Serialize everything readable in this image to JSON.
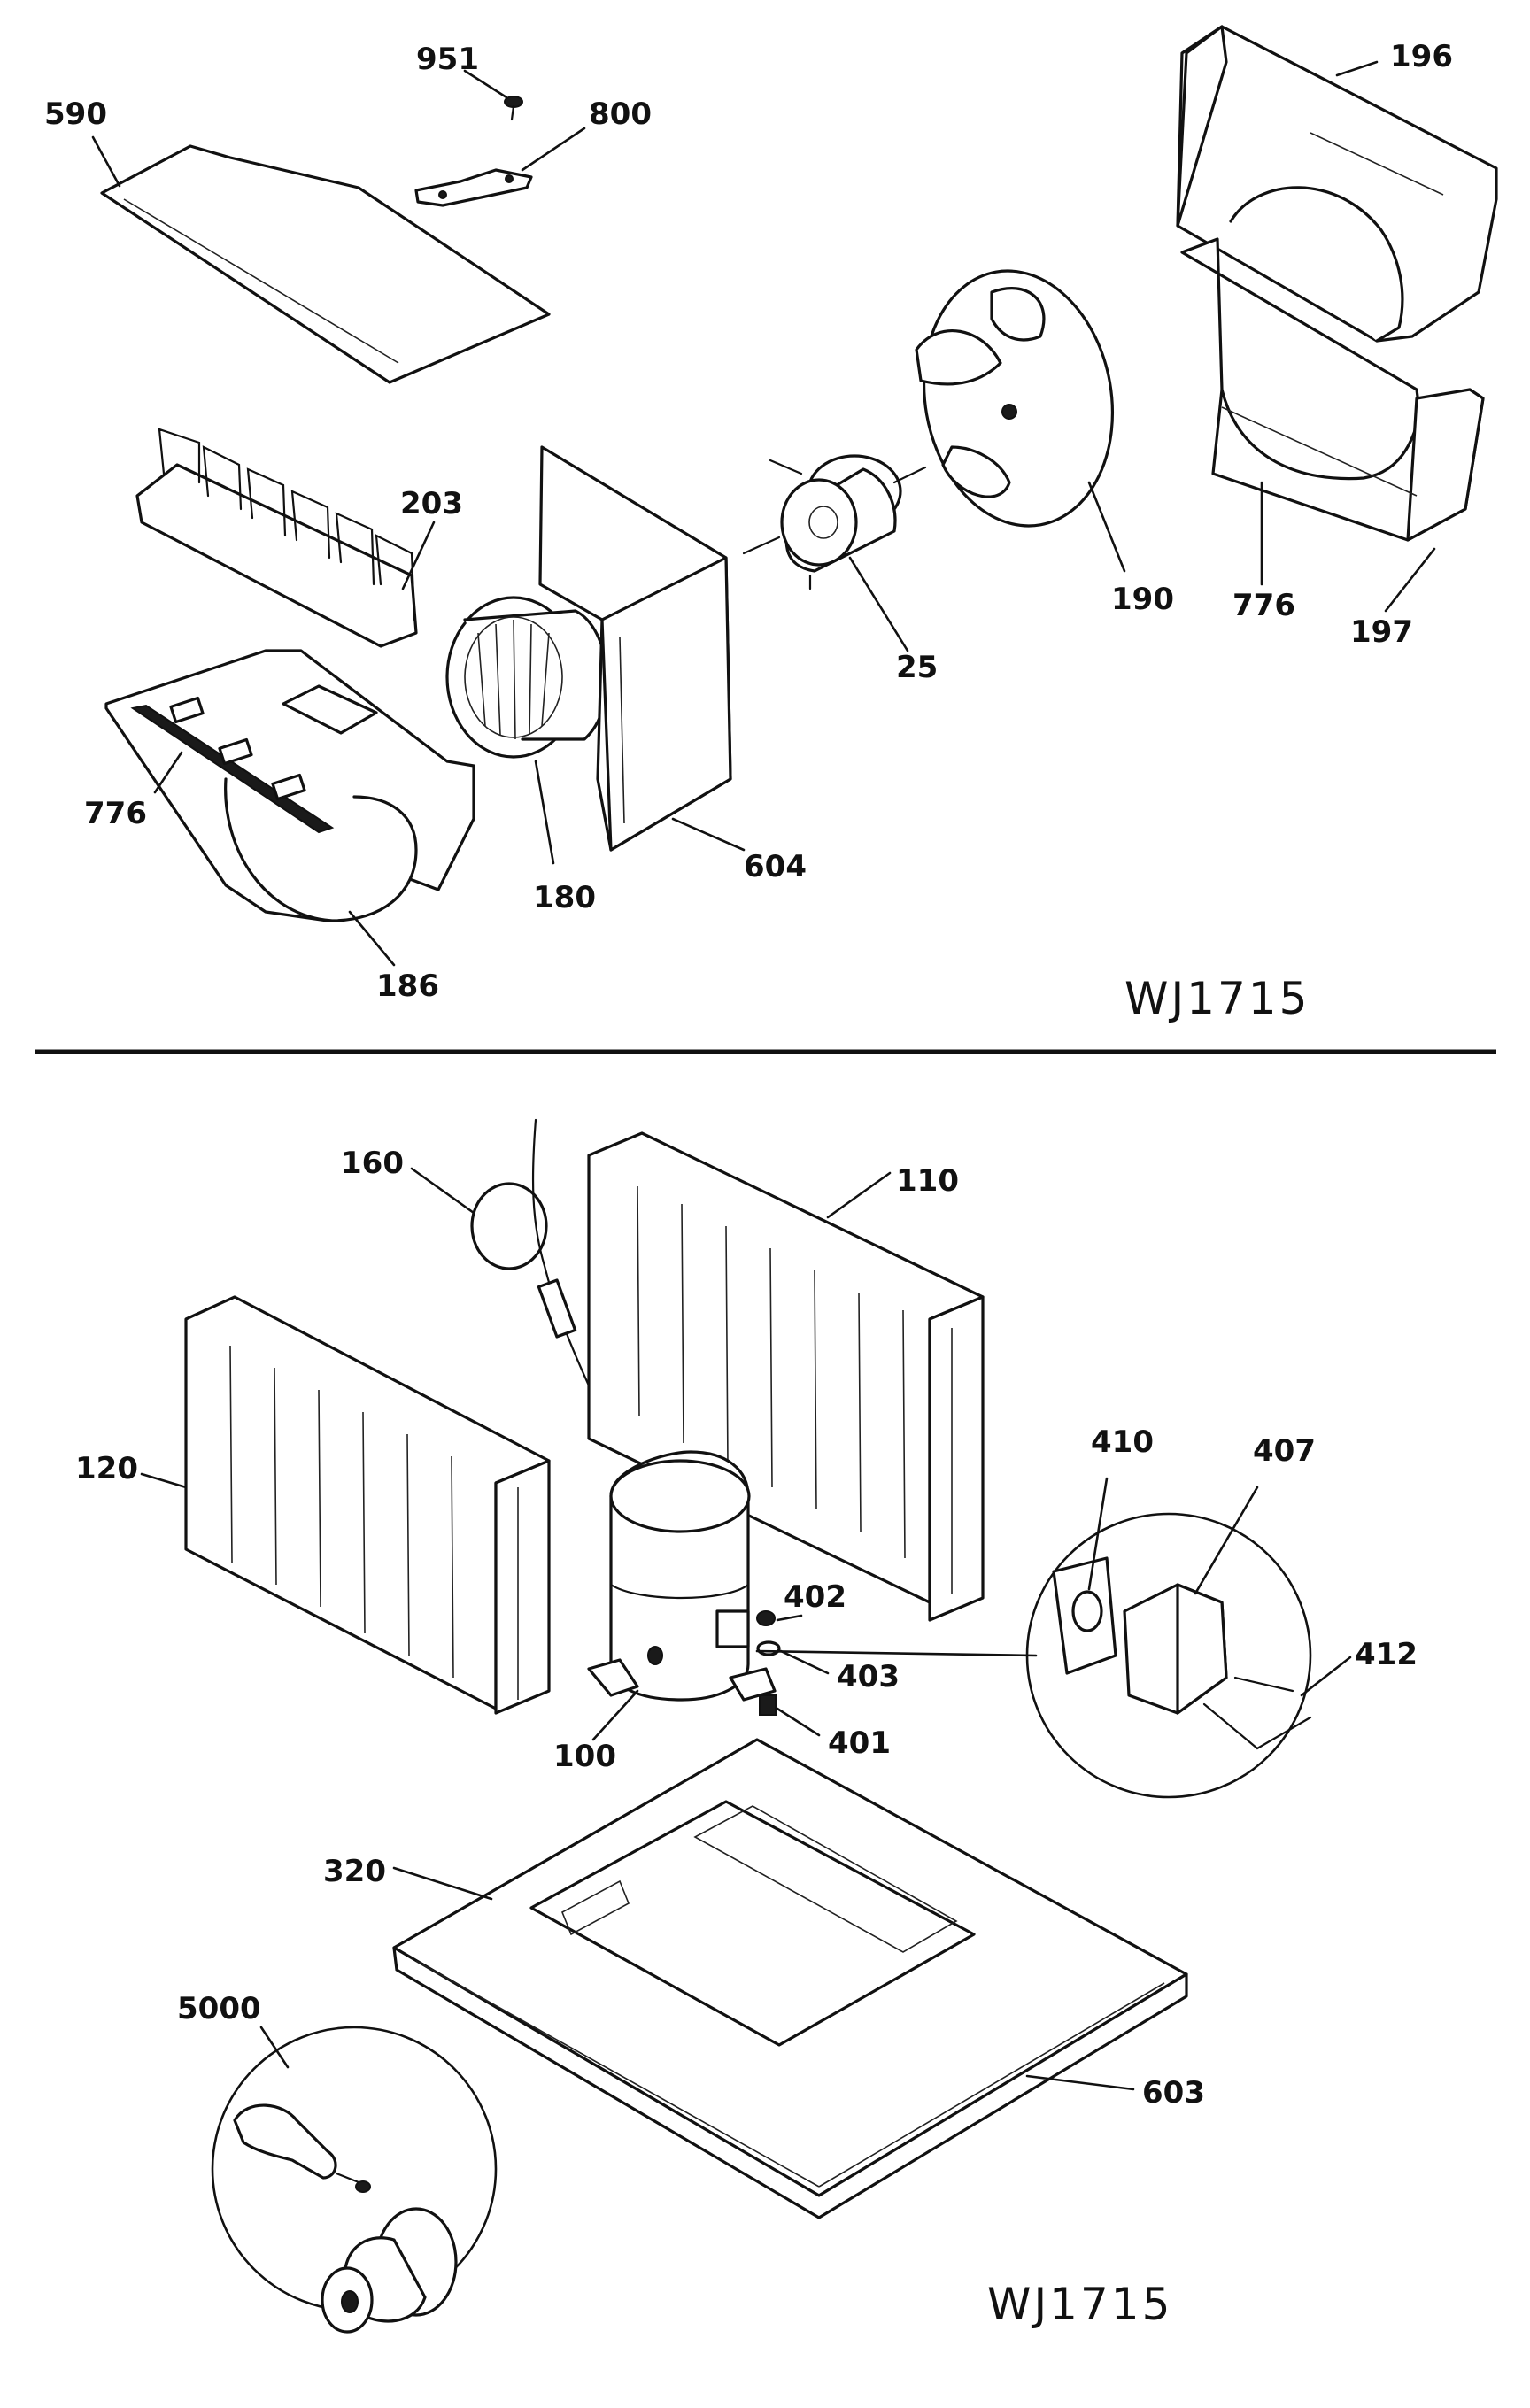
{
  "figure_ids": {
    "top": "WJ1715",
    "bottom": "WJ1715"
  },
  "callouts": {
    "c951": "951",
    "c800": "800",
    "c590": "590",
    "c196": "196",
    "c203": "203",
    "c190": "190",
    "c776a": "776",
    "c197": "197",
    "c25": "25",
    "c776b": "776",
    "c180": "180",
    "c604": "604",
    "c186": "186",
    "c160": "160",
    "c110": "110",
    "c120": "120",
    "c410": "410",
    "c407": "407",
    "c402": "402",
    "c403": "403",
    "c412": "412",
    "c100": "100",
    "c401": "401",
    "c320": "320",
    "c5000": "5000",
    "c603": "603"
  }
}
